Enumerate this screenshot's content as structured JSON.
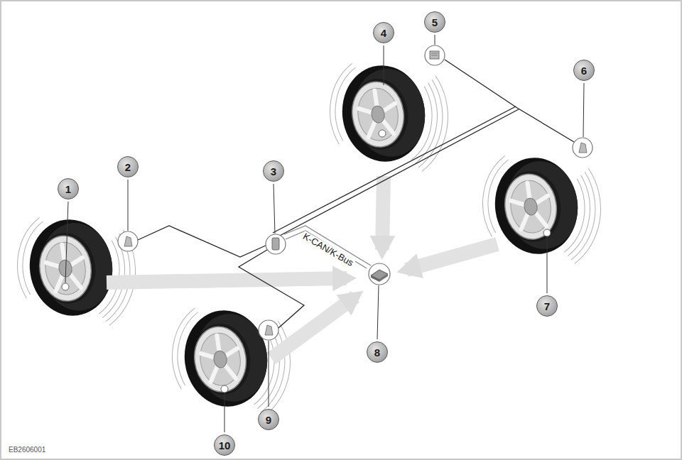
{
  "diagram": {
    "labels": [
      "1",
      "2",
      "3",
      "4",
      "5",
      "6",
      "7",
      "8",
      "9",
      "10",
      "K-CAN/K-Bus",
      "EB2606001"
    ]
  }
}
